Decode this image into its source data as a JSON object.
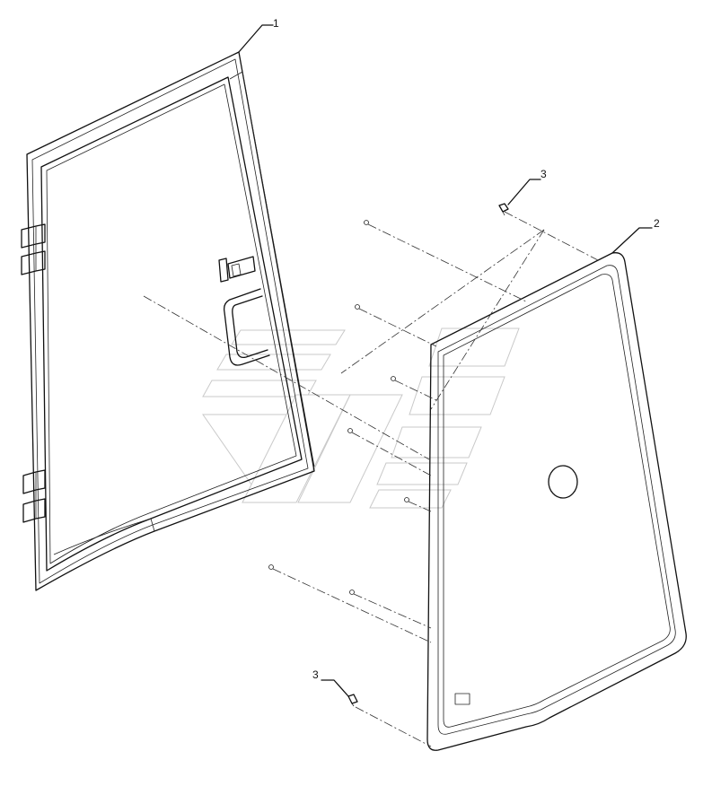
{
  "callouts": [
    {
      "id": "1",
      "label": "1"
    },
    {
      "id": "2",
      "label": "2"
    },
    {
      "id": "3a",
      "label": "3"
    },
    {
      "id": "3b",
      "label": "3"
    }
  ],
  "colors": {
    "line": "#111111",
    "watermark": "#c9c9c9",
    "background": "#ffffff"
  }
}
